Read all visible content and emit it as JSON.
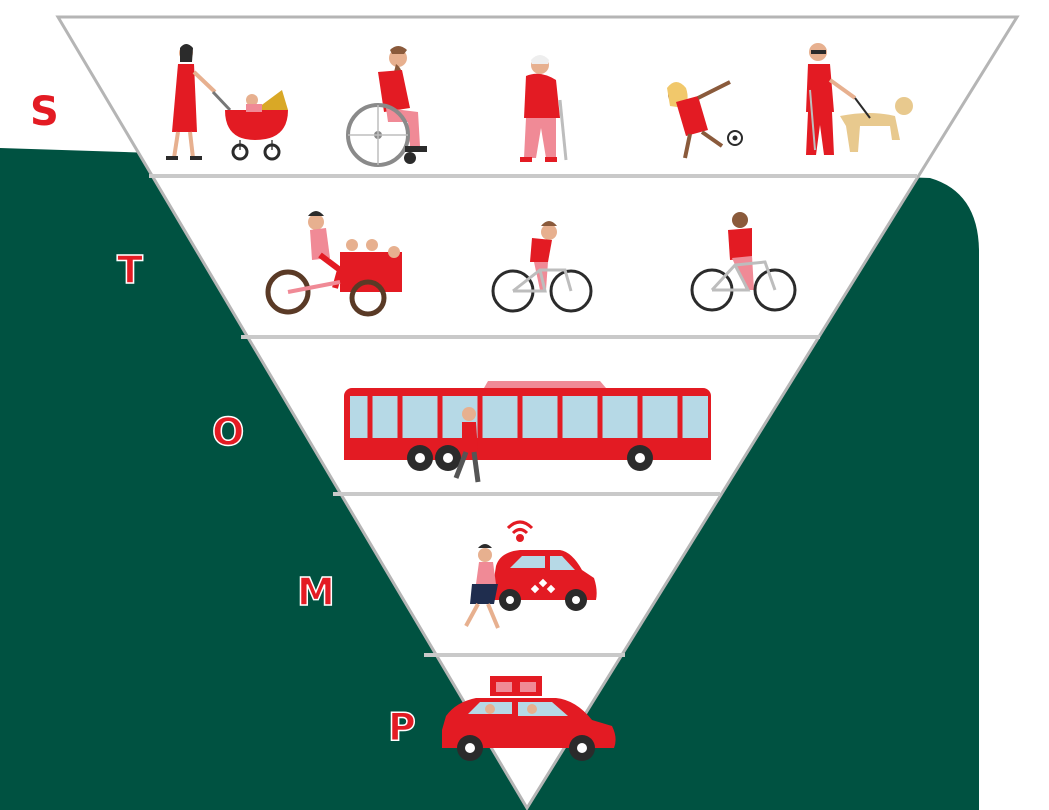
{
  "colors": {
    "background_green": "#005241",
    "accent_red": "#e31b23",
    "pink": "#f08a96",
    "skin": "#e7b08f",
    "dark": "#2b2b2b",
    "tier_white": "#ffffff",
    "divider_gray": "#bcbcbc",
    "glass": "#b6d9e6",
    "dog_tan": "#e8c98e"
  },
  "letters": {
    "s": "S",
    "t": "T",
    "o": "O",
    "m": "M",
    "p": "P"
  },
  "tiers": [
    {
      "letter": "S",
      "icons": [
        "woman-with-stroller-icon",
        "wheelchair-user-icon",
        "elderly-person-with-cane-icon",
        "child-playing-football-icon",
        "blind-person-with-guide-dog-icon"
      ]
    },
    {
      "letter": "T",
      "icons": [
        "cargo-bike-icon",
        "cyclist-icon",
        "cyclist-icon"
      ]
    },
    {
      "letter": "O",
      "icons": [
        "city-bus-icon",
        "pedestrian-icon"
      ]
    },
    {
      "letter": "M",
      "icons": [
        "shared-car-icon",
        "wifi-icon",
        "pedestrian-icon"
      ]
    },
    {
      "letter": "P",
      "icons": [
        "private-car-with-roof-luggage-icon"
      ]
    }
  ]
}
